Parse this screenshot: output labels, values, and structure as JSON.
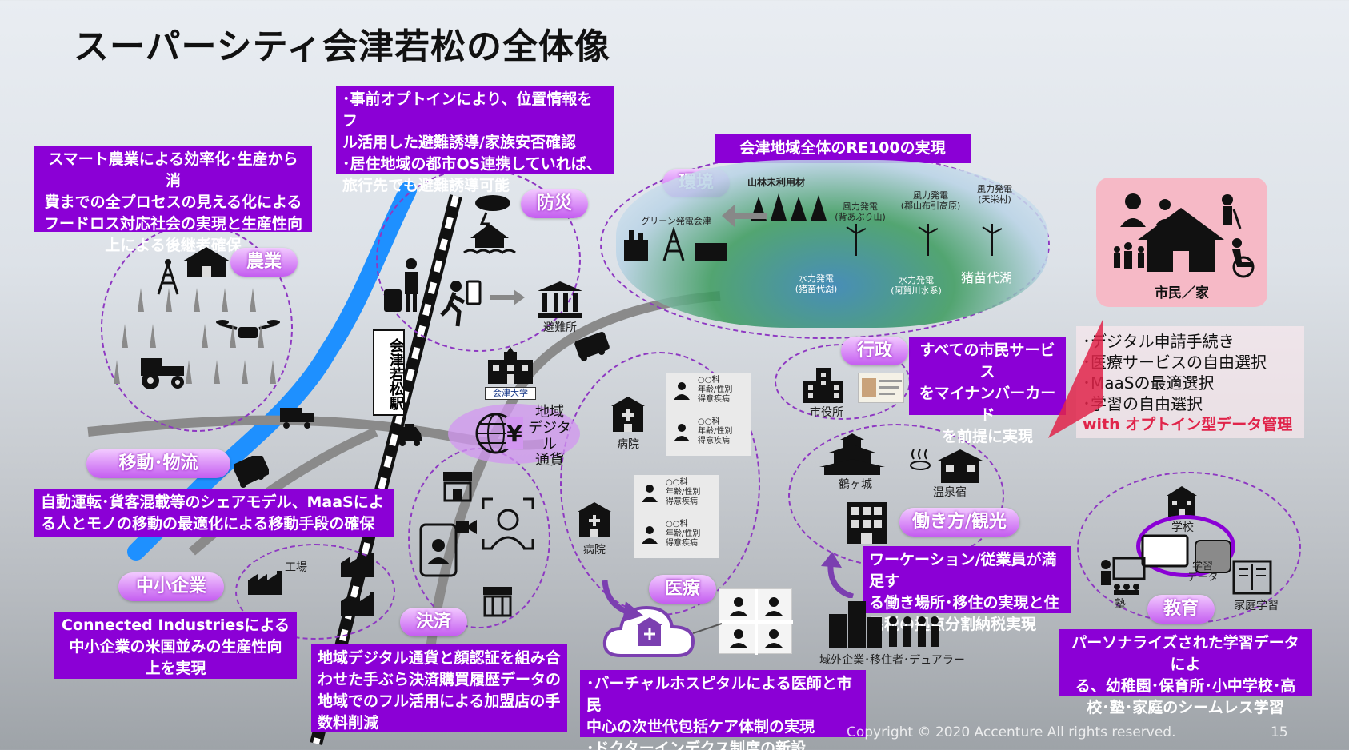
{
  "title": "スーパーシティ会津若松の全体像",
  "boxes": {
    "agri": [
      "スマート農業による効率化･生産から消",
      "費までの全プロセスの見える化による",
      "フードロス対応社会の実現と生産性向",
      "上による後継者確保"
    ],
    "disaster": [
      "･事前オプトインにより、位置情報をフ",
      "ル活用した避難誘導/家族安否確認",
      "･居住地域の都市OS連携していれば、",
      "旅行先でも避難誘導可能"
    ],
    "re100": "会津地域全体のRE100の実現",
    "admin": [
      "すべての市民サービス",
      "をマイナンバーカード",
      "を前提に実現"
    ],
    "mobility": [
      "自動運転･貨客混載等のシェアモデル、MaaSによ",
      "る人とモノの移動の最適化による移動手段の確保"
    ],
    "sme": [
      "Connected Industriesによる",
      "中小企業の米国並みの生産性向",
      "上を実現"
    ],
    "payment": [
      "地域デジタル通貨と顔認証を組み合",
      "わせた手ぶら決済購買履歴データの",
      "地域でのフル活用による加盟店の手",
      "数料削減"
    ],
    "medical": [
      "･バーチャルホスピタルによる医師と市民",
      "中心の次世代包括ケア体制の実現",
      "･ドクターインデクス制度の新設"
    ],
    "work": [
      "ワーケーション/従業員が満足す",
      "る働き場所･移住の実現と住",
      "民税の拠点分割納税実現"
    ],
    "education": [
      "パーソナライズされた学習データによ",
      "る、幼稚園･保育所･小中学校･高",
      "校･塾･家庭のシームレス学習"
    ]
  },
  "pills": {
    "agri": "農業",
    "disaster": "防災",
    "env": "環境",
    "admin": "行政",
    "mobility": "移動･物流",
    "sme": "中小企業",
    "payment": "決済",
    "medical": "医療",
    "work": "働き方/観光",
    "education": "教育"
  },
  "labels": {
    "station": "会津若松駅",
    "shelter": "避難所",
    "univ": "会津大学",
    "currency": [
      "地域",
      "デジタル",
      "通貨"
    ],
    "hospital1": "病院",
    "hospital2": "病院",
    "factory": "工場",
    "cityhall": "市役所",
    "castle": "鶴ヶ城",
    "onsen": "温泉宿",
    "outside": "域外企業･移住者･デュアラー",
    "school": "学校",
    "juku": "塾",
    "homestudy": "家庭学習",
    "learndata": [
      "学習",
      "データ"
    ],
    "forest": "山林未利用材",
    "green": "グリーン発電会津",
    "wind1": [
      "風力発電",
      "(背あぶり山)"
    ],
    "wind2": [
      "風力発電",
      "(郡山布引高原)"
    ],
    "wind3": [
      "風力発電",
      "(天栄村)"
    ],
    "hydro1": [
      "水力発電",
      "(猪苗代湖)"
    ],
    "hydro2": [
      "水力発電",
      "(阿賀川水系)"
    ],
    "lake": "猪苗代湖",
    "citizen": "市民／家"
  },
  "doctor_card": [
    "○○科",
    "年齢/性別",
    "得意疾病"
  ],
  "citizen_list": [
    "･デジタル申請手続き",
    "･医療サービスの自由選択",
    "･MaaSの最適選択",
    "･学習の自由選択"
  ],
  "citizen_optin": "with オプトイン型データ管理",
  "footer": "Copyright © 2020 Accenture  All rights reserved.",
  "page": "15",
  "colors": {
    "purple": "#8b00d6",
    "pill_light": "#f2c9ff",
    "pink": "#f6b9c6",
    "river": "#1e90ff",
    "accent_red": "#e0244a"
  }
}
